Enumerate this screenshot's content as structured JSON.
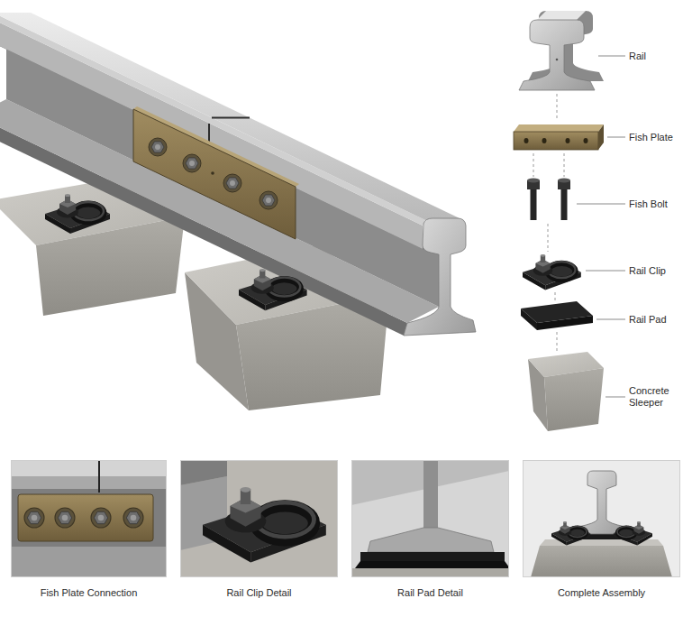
{
  "diagram": {
    "labels": [
      "Rail",
      "Fish Plate",
      "Fish Bolt",
      "Rail Clip",
      "Rail Pad",
      "Concrete Sleeper",
      "Fish Plate Connection",
      "Rail Clip Detail",
      "Rail Pad Detail",
      "Complete Assembly"
    ]
  }
}
